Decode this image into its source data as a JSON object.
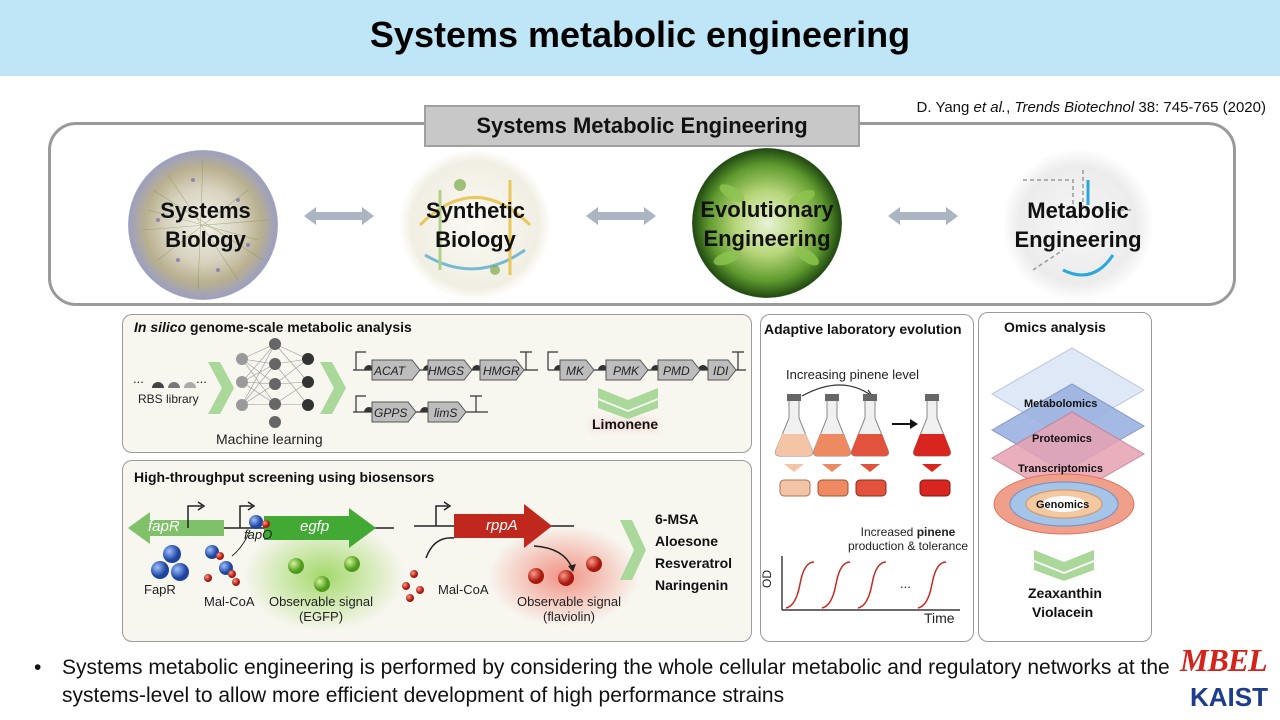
{
  "title": "Systems metabolic engineering",
  "citation": {
    "author": "D. Yang",
    "etal": "et al.",
    "journal": "Trends Biotechnol",
    "details": "38: 745-765 (2020)"
  },
  "sme_label": "Systems Metabolic Engineering",
  "fields": {
    "sysbio": {
      "line1": "Systems",
      "line2": "Biology"
    },
    "synbio": {
      "line1": "Synthetic",
      "line2": "Biology"
    },
    "evo": {
      "line1": "Evolutionary",
      "line2": "Engineering"
    },
    "met": {
      "line1": "Metabolic",
      "line2": "Engineering"
    }
  },
  "insilico": {
    "title_italic": "In silico",
    "title_rest": " genome-scale metabolic analysis",
    "rbs_dots": "...",
    "rbs_label": "RBS library",
    "ml_label": "Machine learning",
    "genes_row1": [
      "ACAT",
      "HMGS",
      "HMGR",
      "MK",
      "PMK",
      "PMD",
      "IDI"
    ],
    "genes_row2": [
      "GPPS",
      "limS"
    ],
    "product": "Limonene"
  },
  "hts": {
    "title": "High-throughput screening using biosensors",
    "fapR": "fapR",
    "fapO": "fapO",
    "egfp": "egfp",
    "fapR_protein": "FapR",
    "malcoa1": "Mal-CoA",
    "signal1_line1": "Observable signal",
    "signal1_line2": "(EGFP)",
    "rppA": "rppA",
    "malcoa2": "Mal-CoA",
    "signal2_line1": "Observable signal",
    "signal2_line2": "(flaviolin)",
    "products": [
      "6-MSA",
      "Aloesone",
      "Resveratrol",
      "Naringenin"
    ]
  },
  "ale": {
    "title": "Adaptive laboratory evolution",
    "increasing": "Increasing pinene level",
    "increased_pre": "Increased ",
    "increased_bold": "pinene",
    "increased_line2": "production & tolerance",
    "od": "OD",
    "time": "Time",
    "dots": "...",
    "flask_colors": [
      "#f4c4a6",
      "#ee8a62",
      "#e2533e",
      "#d8261f"
    ]
  },
  "omics": {
    "title": "Omics analysis",
    "layers": [
      "Metabolomics",
      "Proteomics",
      "Transcriptomics",
      "Genomics"
    ],
    "products": [
      "Zeaxanthin",
      "Violacein"
    ]
  },
  "bullet": {
    "mark": "•",
    "text": "Systems metabolic engineering is performed by considering the whole cellular metabolic and regulatory networks at the systems-level to allow more efficient development of high performance strains"
  },
  "logo": {
    "mbel": "MBEL",
    "kaist": "KAIST"
  },
  "colors": {
    "banner": "#bfe6f7",
    "green_chevron": "#a9d89a",
    "egfp_green": "#43a935",
    "rppA_red": "#c0281e",
    "blue_ball": "#2a56b8",
    "red_ball": "#c82a1e"
  }
}
